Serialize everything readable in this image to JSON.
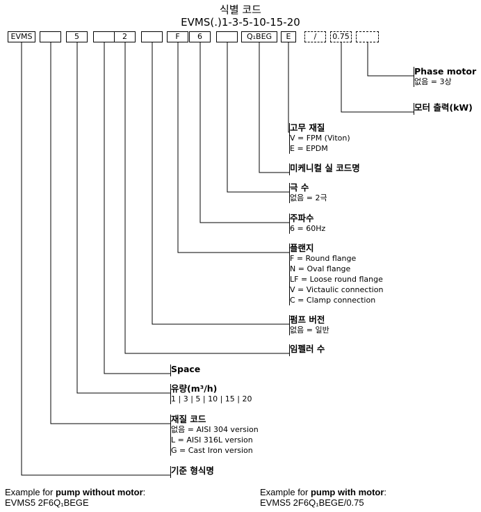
{
  "header": {
    "title": "식별 코드",
    "subtitle": "EVMS(.)1-3-5-10-15-20"
  },
  "code_boxes": [
    {
      "id": "b0",
      "text": "EVMS"
    },
    {
      "id": "b1",
      "text": ""
    },
    {
      "id": "b2",
      "text": "5"
    },
    {
      "id": "b3",
      "text": ""
    },
    {
      "id": "b4",
      "text": "2"
    },
    {
      "id": "b5",
      "text": ""
    },
    {
      "id": "b6",
      "text": "F"
    },
    {
      "id": "b7",
      "text": "6"
    },
    {
      "id": "b8",
      "text": ""
    },
    {
      "id": "b9",
      "text": "Q₁BEG"
    },
    {
      "id": "b10",
      "text": "E"
    },
    {
      "id": "b11",
      "text": "/"
    },
    {
      "id": "b12",
      "text": "0.75"
    },
    {
      "id": "b13",
      "text": ""
    }
  ],
  "labels": [
    {
      "id": "phase",
      "box": 13,
      "title": "Phase motor",
      "lines": [
        "없음 = 3상"
      ]
    },
    {
      "id": "power",
      "box": 12,
      "title": "모터 출력(kW)",
      "lines": []
    },
    {
      "id": "rubber",
      "box": 10,
      "title": "고무 재질",
      "lines": [
        "V = FPM (Viton)",
        "E = EPDM"
      ]
    },
    {
      "id": "seal",
      "box": 9,
      "title": "미케니컬 실 코드명",
      "lines": []
    },
    {
      "id": "poles",
      "box": 8,
      "title": "극 수",
      "lines": [
        "없음 = 2극"
      ]
    },
    {
      "id": "freq",
      "box": 7,
      "title": "주파수",
      "lines": [
        "6 = 60Hz"
      ]
    },
    {
      "id": "flange",
      "box": 6,
      "title": "플랜지",
      "lines": [
        "F = Round flange",
        "N = Oval flange",
        "LF = Loose round flange",
        "V = Victaulic connection",
        "C = Clamp connection"
      ]
    },
    {
      "id": "pumpver",
      "box": 5,
      "title": "펌프 버전",
      "lines": [
        "없음 = 일반"
      ]
    },
    {
      "id": "impeller",
      "box": 4,
      "title": "임펠러 수",
      "lines": []
    },
    {
      "id": "space",
      "box": 3,
      "title": "Space",
      "lines": []
    },
    {
      "id": "flow",
      "box": 2,
      "title": "유량(m³/h)",
      "lines": [
        "1 | 3 | 5 | 10 | 15 | 20"
      ]
    },
    {
      "id": "material",
      "box": 1,
      "title": "재질 코드",
      "lines": [
        "없음 = AISI 304 version",
        "L = AISI 316L version",
        "G = Cast Iron version"
      ]
    },
    {
      "id": "base",
      "box": 0,
      "title": "기준 형식명",
      "lines": []
    }
  ],
  "examples": [
    {
      "id": "without",
      "prefix": "Example for ",
      "bold": "pump without motor",
      "suffix": ":",
      "code": "EVMS5 2F6Q₁BEGE"
    },
    {
      "id": "with",
      "prefix": "Example for ",
      "bold": "pump with motor",
      "suffix": ":",
      "code": "EVMS5 2F6Q₁BEGE/0.75"
    }
  ]
}
